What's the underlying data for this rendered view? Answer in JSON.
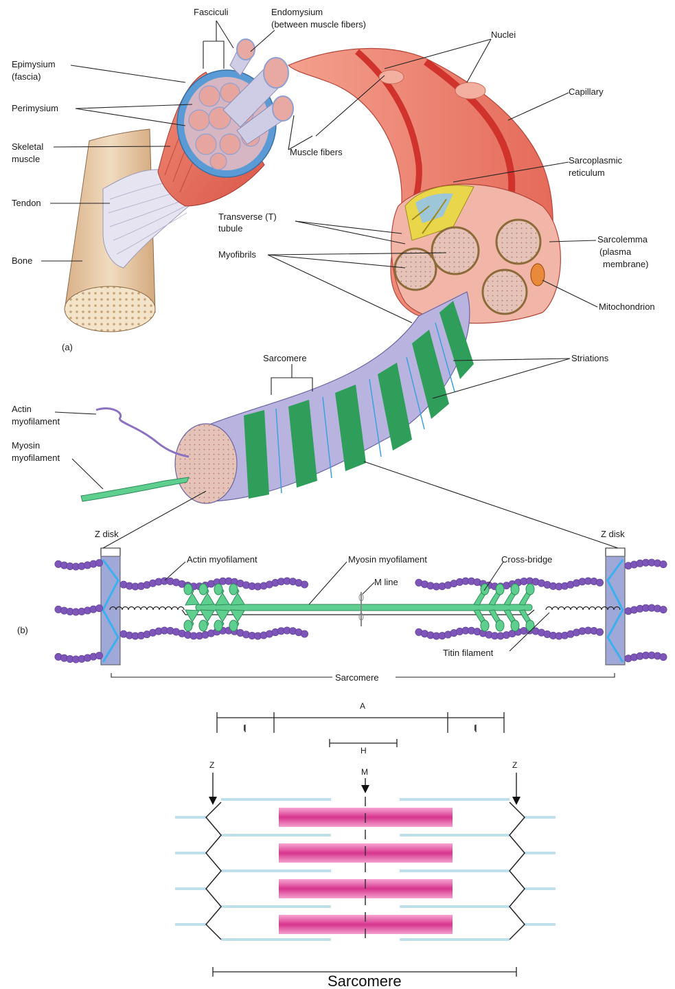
{
  "part_a": {
    "panel_label": "(a)",
    "labels": {
      "fasciculi": "Fasciculi",
      "endomysium_1": "Endomysium",
      "endomysium_2": "(between muscle fibers)",
      "nuclei": "Nuclei",
      "epimysium_1": "Epimysium",
      "epimysium_2": "(fascia)",
      "capillary": "Capillary",
      "perimysium": "Perimysium",
      "skeletal_1": "Skeletal",
      "skeletal_2": "muscle",
      "muscle_fibers": "Muscle fibers",
      "sr_1": "Sarcoplasmic",
      "sr_2": "reticulum",
      "tendon": "Tendon",
      "t_tubule_1": "Transverse (T)",
      "t_tubule_2": "tubule",
      "sarcolemma_1": "Sarcolemma",
      "sarcolemma_2": "(plasma",
      "sarcolemma_3": "membrane)",
      "myofibrils": "Myofibrils",
      "bone": "Bone",
      "mitochondrion": "Mitochondrion",
      "sarcomere": "Sarcomere",
      "striations": "Striations",
      "actin_1": "Actin",
      "actin_2": "myofilament",
      "myosin_1": "Myosin",
      "myosin_2": "myofilament"
    }
  },
  "part_b": {
    "panel_label": "(b)",
    "labels": {
      "z_disk_left": "Z disk",
      "z_disk_right": "Z disk",
      "actin_myofilament": "Actin myofilament",
      "myosin_myofilament": "Myosin myofilament",
      "cross_bridge": "Cross-bridge",
      "m_line": "M line",
      "titin_filament": "Titin filament",
      "sarcomere": "Sarcomere"
    }
  },
  "part_c": {
    "labels": {
      "a_band": "A",
      "i_band_left": "I",
      "i_band_right": "I",
      "h_zone": "H",
      "z_left": "Z",
      "z_right": "Z",
      "m": "M",
      "sarcomere": "Sarcomere"
    }
  },
  "colors": {
    "muscle": "#e8705f",
    "muscle_dark": "#c9473b",
    "epimysium_blue": "#5b9bd5",
    "fascicle": "#d9d4ea",
    "bone": "#e9c9a0",
    "myofibril_lavender": "#b9b3e0",
    "myofibril_green": "#2f9e5a",
    "actin_purple": "#7e55b8",
    "myosin_green": "#5fcf8f",
    "z_disk": "#9fa8d6",
    "thick_filament_pink": "#e0479d",
    "thin_filament_blue": "#bfe0ea"
  }
}
